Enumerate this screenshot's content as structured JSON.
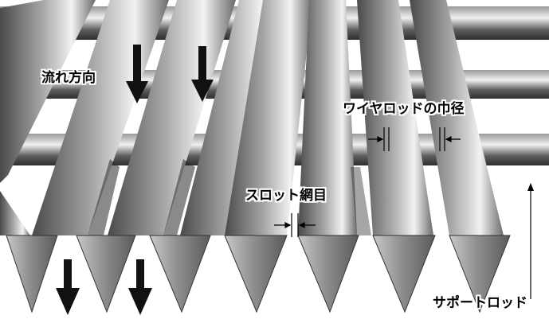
{
  "labels": {
    "flow_direction": "流れ方向",
    "wire_width": "ワイヤロッドの巾径",
    "slot_opening": "スロット網目",
    "support_rod": "サポートロッド"
  },
  "colors": {
    "rod_dark": "#3a3a3a",
    "rod_mid": "#8c8c8c",
    "rod_light": "#e8e8e8",
    "support_band": "#6e6e6e",
    "arrow": "#111111",
    "background": "#ffffff"
  },
  "icons": {
    "flow_arrow": "down-arrow-icon",
    "dimension_arrow": "dimension-arrow-icon"
  }
}
